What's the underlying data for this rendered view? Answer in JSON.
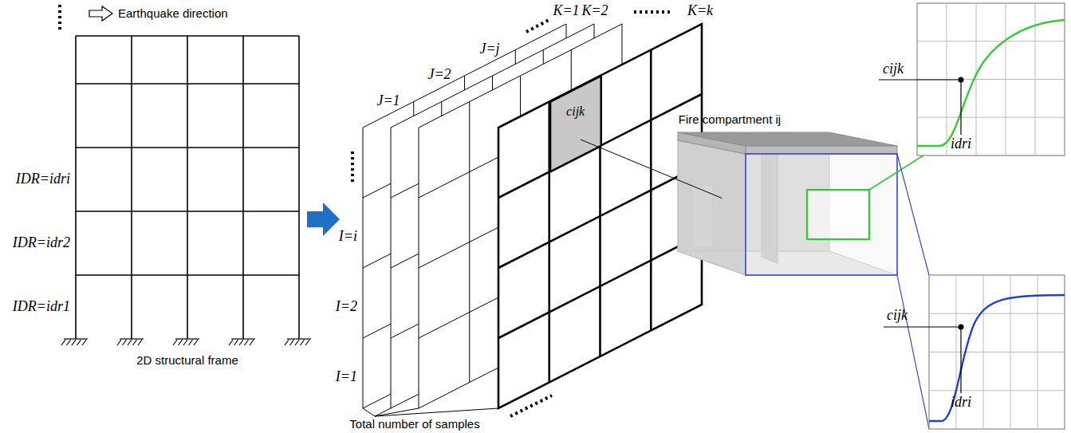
{
  "diagram": {
    "nodes": [
      {
        "text": [
          "cijk"
        ]
      }
    ],
    "labels": [
      "Earthquake direction",
      "IDR=idri",
      "IDR=idr2",
      "IDR=idr1",
      "2D structural frame",
      "J=1",
      "J=2",
      "J=j",
      "K=1",
      "K=2",
      "K=k",
      "I=i",
      "I=2",
      "I=1",
      "Total number of samples",
      "Fire compartment ij",
      "cijk",
      "idri",
      "cijk",
      "idri"
    ]
  }
}
